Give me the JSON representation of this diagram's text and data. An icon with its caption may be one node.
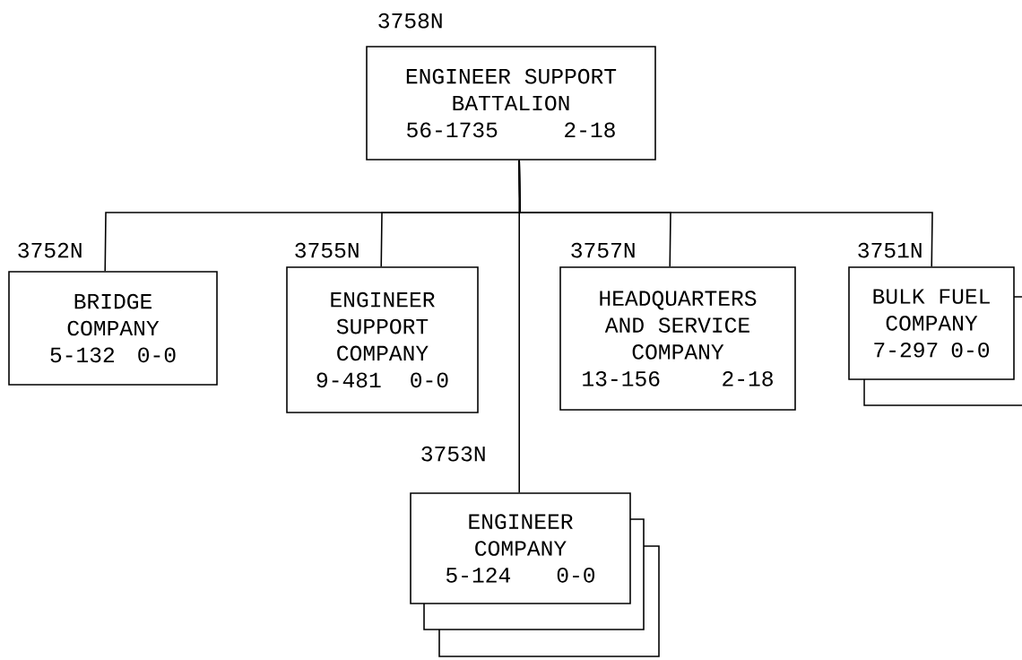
{
  "diagram": {
    "nodes": [
      {
        "text": [
          "ENGINEER SUPPORT BATTALION",
          "56-1735",
          "2-18"
        ],
        "beside": [
          "3758N"
        ]
      },
      {
        "text": [
          "BRIDGE COMPANY",
          "5-132",
          "0-0"
        ],
        "beside": [
          "3752N"
        ]
      },
      {
        "text": [
          "ENGINEER SUPPORT COMPANY",
          "9-481",
          "0-0"
        ],
        "beside": [
          "3755N"
        ]
      },
      {
        "text": [
          "HEADQUARTERS AND SERVICE COMPANY",
          "13-156",
          "2-18"
        ],
        "beside": [
          "3757N"
        ]
      },
      {
        "text": [
          "BULK FUEL COMPANY",
          "7-297",
          "0-0"
        ],
        "beside": [
          "3751N"
        ]
      },
      {
        "text": [
          "ENGINEER COMPANY",
          "5-124",
          "0-0"
        ],
        "beside": [
          "3753N"
        ]
      }
    ],
    "edges": [
      {
        "from": 0,
        "to": 1,
        "arrow": "none"
      },
      {
        "from": 0,
        "to": 2,
        "arrow": "none"
      },
      {
        "from": 0,
        "to": 3,
        "arrow": "none"
      },
      {
        "from": 0,
        "to": 4,
        "arrow": "none"
      },
      {
        "from": 0,
        "to": 5,
        "arrow": "none"
      }
    ]
  }
}
